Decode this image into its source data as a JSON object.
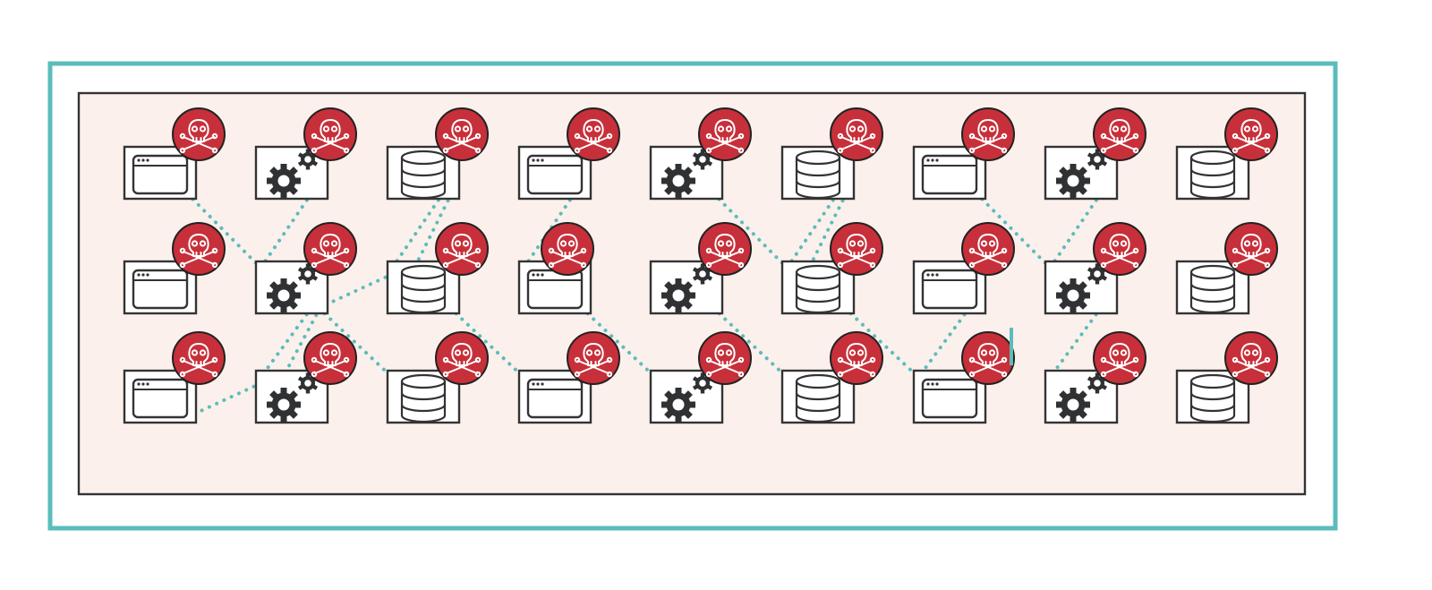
{
  "colors": {
    "outer_frame": "#5bbcbc",
    "inner_frame_fill": "#fbf0eb",
    "inner_frame_stroke": "#333333",
    "node_stroke": "#333333",
    "node_fill": "#ffffff",
    "gear": "#2f3133",
    "badge_fill": "#c7303a",
    "badge_stroke": "#222222",
    "badge_glyph": "#ffffff",
    "link": "#5bbcbc"
  },
  "icons": {
    "browser": "browser-window-icon",
    "service": "gear-service-icon",
    "database": "database-icon",
    "badge": "skull-crossbones-icon"
  },
  "grid": {
    "rows": 3,
    "columns": 9,
    "column_types": [
      "browser",
      "service",
      "database",
      "browser",
      "service",
      "database",
      "browser",
      "service",
      "database"
    ]
  },
  "badges": {
    "all_nodes_compromised": true,
    "offset_nodes": [
      [
        1,
        3
      ]
    ]
  },
  "connections": [
    {
      "from": [
        0,
        0
      ],
      "to": [
        1,
        1
      ]
    },
    {
      "from": [
        0,
        1
      ],
      "to": [
        1,
        1
      ]
    },
    {
      "from": [
        0,
        2
      ],
      "to": [
        1,
        2
      ]
    },
    {
      "from": [
        0,
        2
      ],
      "to": [
        1,
        2
      ]
    },
    {
      "from": [
        0,
        3
      ],
      "to": [
        1,
        3
      ]
    },
    {
      "from": [
        0,
        4
      ],
      "to": [
        1,
        5
      ]
    },
    {
      "from": [
        0,
        5
      ],
      "to": [
        1,
        5
      ]
    },
    {
      "from": [
        0,
        5
      ],
      "to": [
        1,
        5
      ]
    },
    {
      "from": [
        0,
        6
      ],
      "to": [
        1,
        7
      ]
    },
    {
      "from": [
        0,
        7
      ],
      "to": [
        1,
        7
      ]
    },
    {
      "from": [
        1,
        1
      ],
      "to": [
        1,
        2
      ]
    },
    {
      "from": [
        1,
        1
      ],
      "to": [
        2,
        1
      ]
    },
    {
      "from": [
        1,
        1
      ],
      "to": [
        2,
        1
      ]
    },
    {
      "from": [
        1,
        1
      ],
      "to": [
        2,
        2
      ]
    },
    {
      "from": [
        1,
        2
      ],
      "to": [
        2,
        3
      ]
    },
    {
      "from": [
        1,
        3
      ],
      "to": [
        2,
        4
      ]
    },
    {
      "from": [
        1,
        4
      ],
      "to": [
        2,
        5
      ]
    },
    {
      "from": [
        1,
        5
      ],
      "to": [
        2,
        6
      ]
    },
    {
      "from": [
        1,
        6
      ],
      "to": [
        2,
        6
      ]
    },
    {
      "from": [
        1,
        7
      ],
      "to": [
        2,
        7
      ]
    },
    {
      "from": [
        2,
        0
      ],
      "to": [
        2,
        1
      ]
    }
  ]
}
